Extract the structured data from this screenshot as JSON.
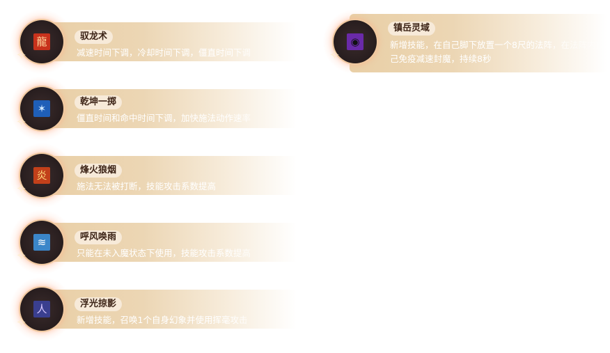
{
  "skills": [
    {
      "name": "驭龙术",
      "desc": "减速时间下调，冷却时间下调，僵直时间下调",
      "icon": "dragon-flame-icon",
      "icon_color": "#c8321c",
      "icon_glyph": "龍"
    },
    {
      "name": "乾坤一掷",
      "desc": "僵直时间和命中时间下调，加快施法动作速率",
      "icon": "blue-burst-icon",
      "icon_color": "#1f5fb8",
      "icon_glyph": "✶"
    },
    {
      "name": "烽火狼烟",
      "desc": "施法无法被打断，技能攻击系数提高",
      "icon": "fire-beacon-icon",
      "icon_color": "#c2401a",
      "icon_glyph": "炎"
    },
    {
      "name": "呼风唤雨",
      "desc": "只能在未入魔状态下使用，技能攻击系数提高",
      "icon": "storm-icon",
      "icon_color": "#3b86c9",
      "icon_glyph": "≋"
    },
    {
      "name": "浮光掠影",
      "desc": "新增技能，召唤1个自身幻象并使用挥毫攻击",
      "icon": "phantom-figures-icon",
      "icon_color": "#3a3f8f",
      "icon_glyph": "人"
    },
    {
      "name": "镇岳灵域",
      "desc": "新增技能，在自己脚下放置一个8尺的法阵，在法阵内自己免疫减速封魔，持续8秒",
      "icon": "void-vortex-icon",
      "icon_color": "#6a2aa8",
      "icon_glyph": "◉"
    }
  ],
  "colors": {
    "bar": "#e9cfa6",
    "name_pill": "#f7ead9",
    "name_text": "#3d2417",
    "desc_text": "#ffffff"
  }
}
